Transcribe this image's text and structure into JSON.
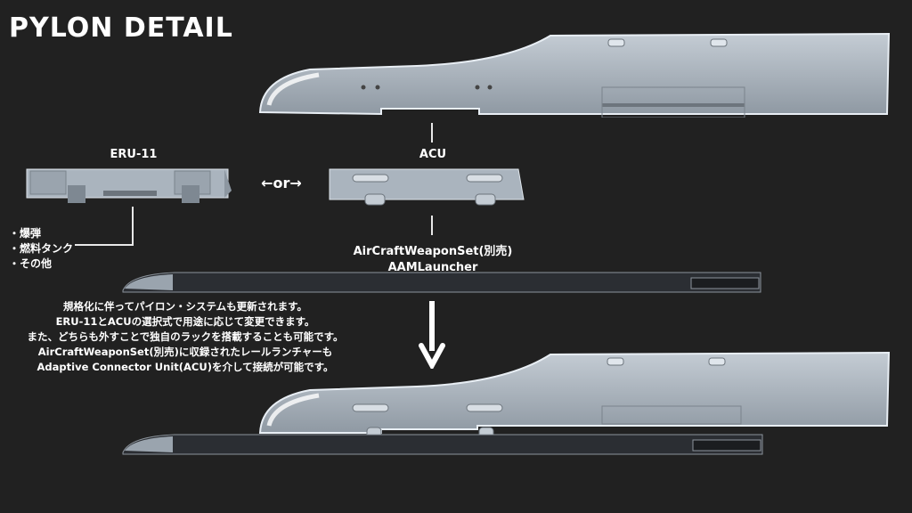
{
  "title": "PYLON DETAIL",
  "eru_label": "ERU-11",
  "acu_label": "ACU",
  "or_label": "←or→",
  "eru_uses": [
    "・爆弾",
    "・燃料タンク",
    "・その他"
  ],
  "weaponset_line1": "AirCraftWeaponSet(別売)",
  "weaponset_line2": "AAMLauncher",
  "description": [
    "規格化に伴ってパイロン・システムも更新されます。",
    "ERU-11とACUの選択式で用途に応じて変更できます。",
    "また、どちらも外すことで独自のラックを搭載することも可能です。",
    "AirCraftWeaponSet(別売)に収録されたレールランチャーも",
    "Adaptive Connector Unit(ACU)を介して接続が可能です。"
  ],
  "colors": {
    "background": "#212121",
    "metal": "#a9b3bd",
    "metal_dark": "#7d8791",
    "rail": "#2b2e33"
  }
}
